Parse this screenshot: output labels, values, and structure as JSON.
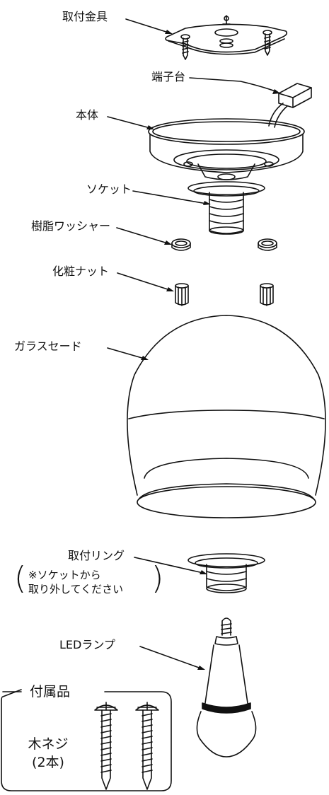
{
  "parts": {
    "mounting_bracket": "取付金具",
    "terminal_block": "端子台",
    "body": "本体",
    "socket": "ソケット",
    "resin_washer": "樹脂ワッシャー",
    "decorative_nut": "化粧ナット",
    "glass_shade": "ガラスセード",
    "mounting_ring": "取付リング",
    "ring_note_line1": "※ソケットから",
    "ring_note_line2": "取り外してください",
    "led_lamp": "LEDランプ"
  },
  "accessories": {
    "title": "付属品",
    "item_line1": "木ネジ",
    "item_line2": "(2本)"
  }
}
